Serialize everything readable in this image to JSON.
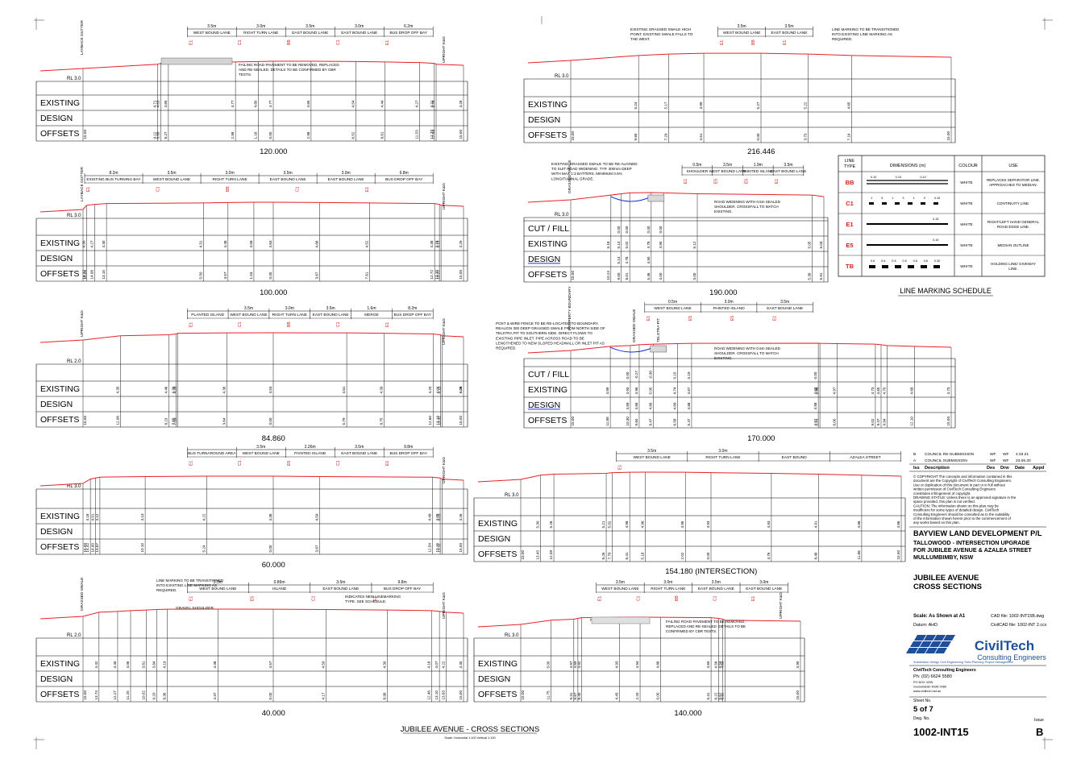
{
  "drawing": {
    "title": "JUBILEE AVENUE - CROSS SECTIONS",
    "scale_note": "Scale: Horizontal 1:100 Vertical 1:100"
  },
  "sections": [
    {
      "id": "s120",
      "chainage": "120.000",
      "datum": "RL 3.0",
      "rows": [
        "EXISTING",
        "DESIGN",
        "OFFSETS"
      ],
      "lanes": [
        {
          "w": "3.5m",
          "name": "WEST BOUND LANE"
        },
        {
          "w": "3.0m",
          "name": "RIGHT TURN LANE"
        },
        {
          "w": "3.5m",
          "name": "EAST BOUND LANE"
        },
        {
          "w": "3.0m",
          "name": "EAST BOUND LANE"
        },
        {
          "w": "6.2m",
          "name": "BUS DROP OFF BAY"
        }
      ],
      "marks": [
        "E1",
        "C1",
        "BB",
        "C1",
        "E1"
      ],
      "side_left": "LAYBACK GUTTER",
      "side_right": "UPRIGHT K&G",
      "note": "FAILING ROAD PAVEMENT TO BE REMOVED, REPLACED AND RE-SEALED. DETAILS TO BE CONFIRMED BY CBR TESTS.",
      "existing": [
        "4.71",
        "4.63",
        "4.65",
        "4.77",
        "4.80",
        "4.77",
        "4.65",
        "4.54",
        "4.44",
        "4.27",
        "4.21",
        "4.26",
        "4.28"
      ],
      "design": [],
      "offsets": [
        "15.00",
        "9.12",
        "8.88",
        "8.27",
        "2.98",
        "1.16",
        "0.00",
        "2.98",
        "6.52",
        "8.81",
        "11.53",
        "12.70",
        "12.84",
        "15.00"
      ]
    },
    {
      "id": "s100",
      "chainage": "100.000",
      "datum": "RL 3.0",
      "rows": [
        "EXISTING",
        "DESIGN",
        "OFFSETS"
      ],
      "lanes": [
        {
          "w": "8.2m",
          "name": "EXISTING BUS TURNING BAY"
        },
        {
          "w": "3.5m",
          "name": "WEST BOUND LANE"
        },
        {
          "w": "3.0m",
          "name": "RIGHT TURN LANE"
        },
        {
          "w": "3.5m",
          "name": "EAST BOUND LANE"
        },
        {
          "w": "3.0m",
          "name": "EAST BOUND LANE"
        },
        {
          "w": "6.8m",
          "name": "BUS DROP OFF BAY"
        }
      ],
      "marks": [
        "E1",
        "C1",
        "BB",
        "C1",
        "E1"
      ],
      "side_left": "LAYBACK GUTTER",
      "side_right": "UPRIGHT K&G",
      "note": "",
      "existing": [
        "4.30",
        "4.27",
        "4.30",
        "4.31",
        "4.48",
        "4.58",
        "4.63",
        "4.66",
        "4.52",
        "4.38",
        "4.16",
        "4.13",
        "4.29"
      ],
      "design": [],
      "offsets": [
        "15.00",
        "14.72",
        "14.08",
        "13.15",
        "5.50",
        "3.57",
        "1.53",
        "0.00",
        "3.67",
        "7.61",
        "12.72",
        "13.10",
        "13.22",
        "15.00"
      ]
    },
    {
      "id": "s84",
      "chainage": "84.860",
      "datum": "RL 2.0",
      "rows": [
        "EXISTING",
        "DESIGN",
        "OFFSETS"
      ],
      "lanes": [
        {
          "w": "",
          "name": "PLANTED ISLAND"
        },
        {
          "w": "3.5m",
          "name": "WEST BOUND LANE"
        },
        {
          "w": "3.0m",
          "name": "RIGHT TURN LANE"
        },
        {
          "w": "3.5m",
          "name": "EAST BOUND LANE"
        },
        {
          "w": "1.6m",
          "name": "MERGE"
        },
        {
          "w": "8.2m",
          "name": "BUS DROP OFF BAY"
        }
      ],
      "marks": [
        "E1",
        "C1",
        "BB",
        "C1",
        "E1"
      ],
      "side_left": "UPRIGHT K&G",
      "side_right": "UPRIGHT K&G",
      "note": "",
      "existing": [
        "4.35",
        "4.46",
        "4.39",
        "4.26",
        "4.36",
        "4.53",
        "4.61",
        "4.39",
        "4.20",
        "4.04",
        "4.10",
        "4.09",
        "4.26"
      ],
      "design": [],
      "offsets": [
        "15.00",
        "12.06",
        "8.23",
        "7.65",
        "7.53",
        "3.64",
        "0.00",
        "5.79",
        "8.75",
        "12.60",
        "13.19",
        "13.31",
        "15.00"
      ]
    },
    {
      "id": "s60",
      "chainage": "60.000",
      "datum": "RL 3.0",
      "rows": [
        "EXISTING",
        "DESIGN",
        "OFFSETS"
      ],
      "lanes": [
        {
          "w": "",
          "name": "BUS TURNAROUND AREA"
        },
        {
          "w": "3.5m",
          "name": "WEST BOUND LANE"
        },
        {
          "w": "2.26m",
          "name": "PAINTED ISLAND"
        },
        {
          "w": "3.5m",
          "name": "EAST BOUND LANE"
        },
        {
          "w": "9.8m",
          "name": "BUS DROP OFF BAY"
        }
      ],
      "marks": [
        "E1",
        "C1",
        "E5",
        "C1",
        "E1"
      ],
      "side_left": "",
      "side_right": "UPRIGHT K&G",
      "note": "",
      "existing": [
        "4.18",
        "4.01",
        "4.12",
        "4.13",
        "4.22",
        "4.38",
        "4.59",
        "4.49",
        "4.08",
        "4.03",
        "4.26"
      ],
      "design": [],
      "offsets": [
        "15.00",
        "14.42",
        "14.00",
        "13.67",
        "10.10",
        "5.24",
        "0.00",
        "3.67",
        "12.54",
        "13.16",
        "13.31",
        "15.00"
      ]
    },
    {
      "id": "s40",
      "chainage": "40.000",
      "datum": "RL 2.0",
      "rows": [
        "EXISTING",
        "DESIGN",
        "OFFSETS"
      ],
      "lanes": [
        {
          "w": "3.5m",
          "name": "WEST BOUND LANE"
        },
        {
          "w": "0.86m",
          "name": "ISLAND"
        },
        {
          "w": "3.5m",
          "name": "EAST BOUND LANE"
        },
        {
          "w": "9.8m",
          "name": "BUS DROP OFF BAY"
        }
      ],
      "marks": [
        "E1",
        "E5",
        "C1",
        "E1"
      ],
      "side_left": "GRASSED SWALE",
      "side_right": "UPRIGHT K&G",
      "note": "LINE MARKING TO BE TRANSITIONED INTO EXISTING LINE MARKING AS REQUIRED.",
      "note2": "INDICATES NEW LINEMARKING TYPE. SEE SCHEDULE.",
      "note3": "GRAVEL SHOULDER",
      "existing": [
        "4.42",
        "4.40",
        "4.06",
        "3.81",
        "3.84",
        "4.19",
        "4.38",
        "4.57",
        "4.50",
        "4.30",
        "4.16",
        "4.07",
        "4.22",
        "4.30"
      ],
      "design": [],
      "offsets": [
        "15.00",
        "13.74",
        "12.27",
        "11.25",
        "10.02",
        "9.20",
        "8.36",
        "4.37",
        "0.00",
        "4.17",
        "8.98",
        "12.48",
        "13.10",
        "13.63",
        "15.00"
      ]
    },
    {
      "id": "s216",
      "chainage": "216.446",
      "datum": "RL 3.0",
      "rows": [
        "EXISTING",
        "DESIGN",
        "OFFSETS"
      ],
      "lanes": [
        {
          "w": "3.5m",
          "name": "WEST BOUND LANE"
        },
        {
          "w": "3.5m",
          "name": "EAST BOUND LANE"
        }
      ],
      "marks": [
        "E1",
        "BB",
        "E1"
      ],
      "side_left": "",
      "side_right": "",
      "note": "EXISTING GRASSED SWALE HIGH POINT. EXISTING SWALE FALLS TO THE WEST.",
      "note2": "LINE MARKING TO BE TRANSITIONED INTO EXISTING LINE MARKING AS REQUIRED.",
      "existing": [
        "5.24",
        "5.17",
        "4.99",
        "5.27",
        "5.22",
        "4.65"
      ],
      "design": [],
      "offsets": [
        "15.00",
        "9.65",
        "7.29",
        "4.51",
        "0.00",
        "3.73",
        "7.16",
        "15.00"
      ]
    },
    {
      "id": "s190",
      "chainage": "190.000",
      "datum": "RL 3.0",
      "rows": [
        "CUT / FILL",
        "EXISTING",
        "DESIGN",
        "OFFSETS"
      ],
      "lanes": [
        {
          "w": "0.5m",
          "name": "SHOULDER"
        },
        {
          "w": "3.5m",
          "name": "WEST BOUND LANE"
        },
        {
          "w": "1.9m",
          "name": "PAINTED ISLAND"
        },
        {
          "w": "3.5m",
          "name": "EAST BOUND LANE"
        }
      ],
      "marks": [
        "E1",
        "E5",
        "E5",
        "E1"
      ],
      "side_left": "GRASSED SWALE",
      "side_right": "",
      "note": "EXISTING GRASSED SWALE TO BE RE-ALIGNED TO SUIT ROAD WIDENING. TYP. 300mm DEEP WITH MAX 1:3 BATTERS. MINIMUM 0.5% LONGITUDINAL GRADE.",
      "note2": "ROAD WIDENING WITH 0.5m SEALED SHOULDER. CROSSFALL TO MATCH EXISTING.",
      "cutfill": [
        "0.00",
        "0.00",
        "0.00",
        "0.00"
      ],
      "existing": [
        "5.18",
        "5.14",
        "5.02",
        "4.78",
        "4.90",
        "5.12",
        "5.05",
        "5.03"
      ],
      "design": [
        "5.14",
        "4.78",
        "4.90"
      ],
      "offsets": [
        "15.00",
        "10.24",
        "9.00",
        "8.01",
        "5.46",
        "4.00",
        "0.00",
        "5.36",
        "5.91"
      ]
    },
    {
      "id": "s170",
      "chainage": "170.000",
      "datum": "",
      "rows": [
        "CUT / FILL",
        "EXISTING",
        "DESIGN",
        "OFFSETS"
      ],
      "lanes": [
        {
          "w": "0.5m",
          "name": "WEST BOUND LANE"
        },
        {
          "w": "3.0m",
          "name": "PAINTED ISLAND"
        },
        {
          "w": "3.5m",
          "name": "EAST BOUND LANE"
        }
      ],
      "marks": [
        "E1",
        "E5",
        "E5",
        "E1"
      ],
      "side_left": "PROPERTY BOUNDARY",
      "side_mid": "GRASSED SWALE",
      "side_mid2": "TELSTRA PIT",
      "note": "POST & WIRE FENCE TO BE RE-LOCATED TO BOUNDARY. REALIGN 300 DEEP GRASSED SWALE FROM NORTH SIDE OF TELSTRA PIT TO SOUTHERN SIDE. DIRECT FLOWS TO EXISTING PIPE INLET. PIPE ACROSS ROAD TO BE LENGTHENED TO NEW SLOPED HEADWALL OR INLET PIT AS REQUIRED.",
      "note2": "ROAD WIDENING WITH 0.5m SEALED SHOULDER. CROSSFALL TO MATCH EXISTING.",
      "cutfill": [
        "0.00",
        "-0.27",
        "-0.30",
        "0.15",
        "0.19",
        "0.00"
      ],
      "existing": [
        "4.89",
        "4.93",
        "4.96",
        "5.05",
        "4.74",
        "4.67",
        "4.68",
        "4.96",
        "4.97",
        "4.73",
        "4.65",
        "4.70",
        "4.68",
        "4.73"
      ],
      "design": [
        "4.89",
        "4.66",
        "4.66",
        "4.89",
        "4.88",
        "4.88"
      ],
      "offsets": [
        "15.00",
        "11.88",
        "10.30",
        "9.60",
        "8.47",
        "6.58",
        "5.47",
        "4.52",
        "1.21",
        "6.00",
        "9.02",
        "9.47",
        "9.94",
        "12.10",
        "15.00"
      ]
    },
    {
      "id": "s154",
      "chainage": "154.180 (INTERSECTION)",
      "datum": "RL 3.0",
      "rows": [
        "EXISTING",
        "DESIGN",
        "OFFSETS"
      ],
      "lanes": [
        {
          "w": "3.5m",
          "name": "WEST BOUND LANE"
        },
        {
          "w": "3.0m",
          "name": "RIGHT TURN LANE"
        },
        {
          "w": "",
          "name": "EAST BOUND"
        },
        {
          "w": "",
          "name": "AZALEA STREET"
        }
      ],
      "marks": [
        "E1"
      ],
      "side_left": "",
      "side_right": "",
      "note": "",
      "existing": [
        "5.30",
        "5.26",
        "5.21",
        "5.02",
        "4.98",
        "4.96",
        "4.95",
        "4.93",
        "4.93",
        "4.91",
        "4.86",
        "4.86"
      ],
      "design": [],
      "offsets": [
        "15.00",
        "13.43",
        "12.39",
        "8.26",
        "7.79",
        "6.41",
        "5.18",
        "2.02",
        "0.00",
        "4.76",
        "8.48",
        "11.88",
        "15.00"
      ]
    },
    {
      "id": "s140",
      "chainage": "140.000",
      "datum": "RL 3.0",
      "rows": [
        "EXISTING",
        "DESIGN",
        "OFFSETS"
      ],
      "lanes": [
        {
          "w": "3.5m",
          "name": "WEST BOUND LANE"
        },
        {
          "w": "3.0m",
          "name": "RIGHT TURN LANE"
        },
        {
          "w": "3.5m",
          "name": "EAST BOUND LANE"
        },
        {
          "w": "3.0m",
          "name": "EAST BOUND LANE"
        }
      ],
      "marks": [
        "E1",
        "C1",
        "BB",
        "C1",
        "E1"
      ],
      "side_left": "",
      "side_right": "UPRIGHT K&G",
      "note": "NEW PAVEMENT",
      "note2": "FAILING ROAD PAVEMENT TO BE REMOVED, REPLACED AND RE-SEALED. DETAILS TO BE CONFIRMED BY CBR TESTS.",
      "existing": [
        "5.00",
        "4.97",
        "4.89",
        "4.92",
        "4.93",
        "4.94",
        "4.86",
        "4.60",
        "4.56",
        "4.54",
        "4.69",
        "4.90"
      ],
      "design": [],
      "offsets": [
        "15.00",
        "11.75",
        "9.31",
        "8.87",
        "8.45",
        "4.43",
        "2.20",
        "0.00",
        "5.41",
        "6.22",
        "6.67",
        "6.92",
        "15.00"
      ]
    }
  ],
  "schedule": {
    "title": "LINE MARKING SCHEDULE",
    "headers": [
      "LINE TYPE",
      "DIMENSIONS (m)",
      "COLOUR",
      "USE"
    ],
    "rows": [
      {
        "type": "BB",
        "dims": [
          "0.10",
          "0.10",
          "0.10"
        ],
        "colour": "WHITE",
        "use": "REPLACES SEPARATOR LINE. APPROACHES TO MEDIAN."
      },
      {
        "type": "C1",
        "dims": [
          "1",
          "3",
          "1",
          "3",
          "1",
          "3",
          "0.15"
        ],
        "colour": "WHITE",
        "use": "CONTINUITY LINE."
      },
      {
        "type": "E1",
        "dims": [
          "0.15"
        ],
        "colour": "WHITE",
        "use": "RIGHT/LEFT HAND GENERAL ROAD EDGE LINE."
      },
      {
        "type": "E5",
        "dims": [
          "0.15"
        ],
        "colour": "WHITE",
        "use": "MEDIAN OUTLINE"
      },
      {
        "type": "TB",
        "dims": [
          "0.6",
          "0.6",
          "0.6",
          "0.6",
          "0.6",
          "0.6",
          "0.30"
        ],
        "colour": "WHITE",
        "use": "HOLDING LINE/ GIVEWAY LINE."
      }
    ]
  },
  "titleblock": {
    "revisions": [
      {
        "iss": "B",
        "desc": "COUNCIL RE-SUBMISSION",
        "des": "WF",
        "drw": "WF",
        "date": "4.03.21"
      },
      {
        "iss": "A",
        "desc": "COUNCIL SUBMISSION",
        "des": "WF",
        "drw": "WF",
        "date": "23.06.20"
      }
    ],
    "rev_headers": [
      "Iss",
      "Description",
      "Des",
      "Drw",
      "Date",
      "Appd"
    ],
    "copyright_label": "© COPYRIGHT",
    "copyright_text": "The concepts and information contained in this document are the Copyright of CivilTech Consulting Engineers. Use or duplication of this document in part or in full without written permission of CivilTech Consulting Engineers constitutes infringement of copyright.",
    "status_label": "DRAWING STATUS:",
    "status_text": "Unless there is an approved signature in the space provided, this plan is not verified.",
    "caution_label": "CAUTION:",
    "caution_text": "The information shown on this plan may be insufficient for some types of detailed design. CivilTech Consulting Engineers should be consulted as to the suitability of the information shown herein prior to the commencement of any works based on this plan.",
    "client": "BAYVIEW LAND DEVELOPMENT P/L",
    "project": [
      "TALLOWOOD - INTERSECTION UPGRADE",
      "FOR JUBILEE AVENUE & AZALEA STREET",
      "MULLUMBIMBY, NSW"
    ],
    "sheet_title": [
      "JUBILEE AVENUE",
      "CROSS SECTIONS"
    ],
    "scale": "Scale: As Shown at A1",
    "datum": "Datum: AHD",
    "cad": "CAD file: 1002-INT15B.dwg",
    "civilcad": "CivilCAD file: 1002-INT 2.ccx",
    "logo_main": "CivilTech",
    "logo_sub": "Consulting Engineers",
    "services": "Subdivision Design  Civil Engineering  Town Planning  Project Management",
    "firm": "CivilTech Consulting Engineers",
    "phone": "Ph: (02) 6624 5580",
    "address": [
      "PO BOX 4295",
      "Goonellabah NSW 2480",
      "www.civiltech.net.au"
    ],
    "sheet_label": "Sheet No.",
    "sheet_no": "5 of 7",
    "dwg_label": "Dwg. No.",
    "dwg_no": "1002-INT15",
    "issue_label": "Issue",
    "issue": "B"
  },
  "colors": {
    "ground": "#e8202a",
    "design": "#1a2fd6",
    "mark": "#d42020",
    "logo": "#1e4f9a"
  }
}
